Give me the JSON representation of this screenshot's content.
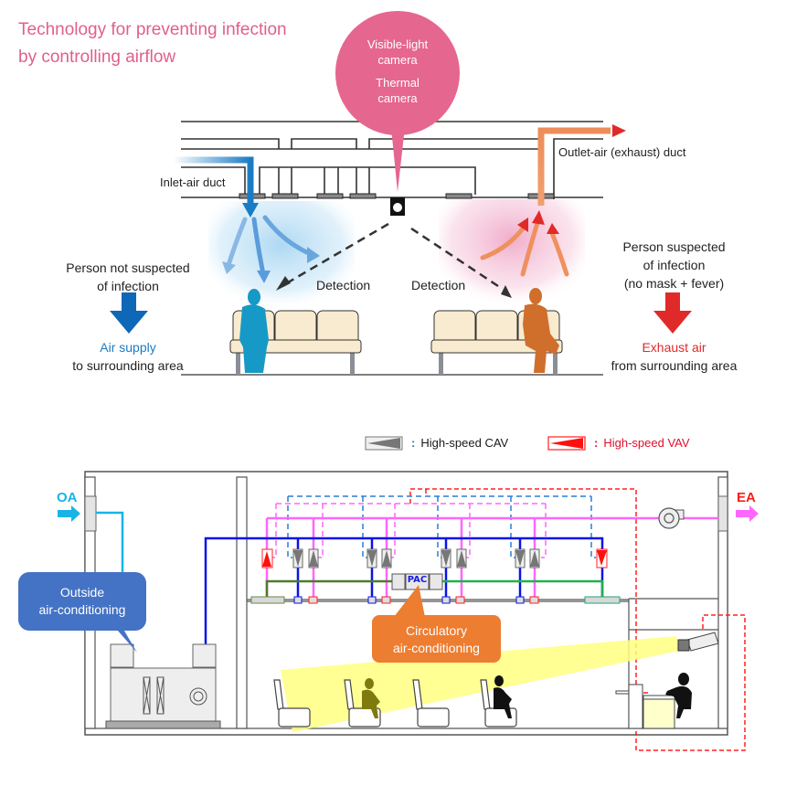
{
  "title": {
    "line1": "Technology for preventing infection",
    "line2": "by controlling airflow"
  },
  "top": {
    "camera_bubble": {
      "line1": "Visible-light",
      "line2": "camera",
      "line3": "Thermal",
      "line4": "camera"
    },
    "inlet_duct_label": "Inlet-air duct",
    "outlet_duct_label": "Outlet-air (exhaust) duct",
    "detection_left": "Detection",
    "detection_right": "Detection",
    "left_person": {
      "line1": "Person not suspected",
      "line2": "of infection",
      "action": "Air supply",
      "action_sub": "to surrounding area"
    },
    "right_person": {
      "line1": "Person suspected",
      "line2": "of infection",
      "line3": "(no mask + fever)",
      "action": "Exhaust air",
      "action_sub": "from surrounding area"
    }
  },
  "legend": {
    "colon": ":",
    "cav_label": "High-speed CAV",
    "vav_label": "High-speed VAV"
  },
  "bottom": {
    "oa_label": "OA",
    "ea_label": "EA",
    "outside_ac_line1": "Outside",
    "outside_ac_line2": "air-conditioning",
    "pac_label": "PAC",
    "circulatory_line1": "Circulatory",
    "circulatory_line2": "air-conditioning"
  },
  "colors": {
    "title_pink": "#e0608a",
    "camera_bubble": "#e5668f",
    "supply_blue": "#1a7cc4",
    "exhaust_red": "#e02a2a",
    "duct_blue": "#0a14e6",
    "duct_pink": "#ff66ff",
    "oa_cyan": "#19b3e6",
    "pac_green": "#1fb24a",
    "outside_bubble": "#4472c4",
    "circ_bubble": "#ed7d31",
    "light_yellow": "#ffff80"
  }
}
